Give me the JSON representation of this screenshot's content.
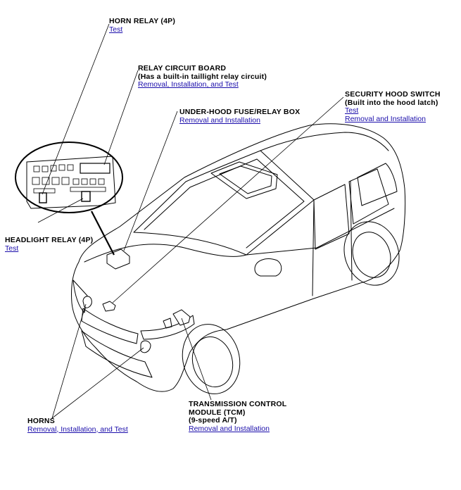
{
  "callouts": {
    "horn_relay": {
      "title": "HORN RELAY (4P)",
      "links": [
        "Test"
      ]
    },
    "relay_board": {
      "title": "RELAY CIRCUIT BOARD",
      "subtitle": "(Has a built-in taillight relay circuit)",
      "links": [
        "Removal, Installation, and Test"
      ]
    },
    "underhood_box": {
      "title": "UNDER-HOOD FUSE/RELAY BOX",
      "links": [
        "Removal and Installation"
      ]
    },
    "security_switch": {
      "title": "SECURITY HOOD SWITCH",
      "subtitle": "(Built into the hood latch)",
      "links": [
        "Test",
        "Removal and Installation"
      ]
    },
    "headlight_relay": {
      "title": "HEADLIGHT RELAY (4P)",
      "links": [
        "Test"
      ]
    },
    "horns": {
      "title": "HORNS",
      "links": [
        "Removal, Installation, and Test"
      ]
    },
    "tcm": {
      "title_lines": [
        "TRANSMISSION CONTROL",
        "MODULE (TCM)",
        "(9-speed A/T)"
      ],
      "links": [
        "Removal and Installation"
      ]
    }
  },
  "colors": {
    "link": "#1a0dab",
    "line": "#000000"
  }
}
